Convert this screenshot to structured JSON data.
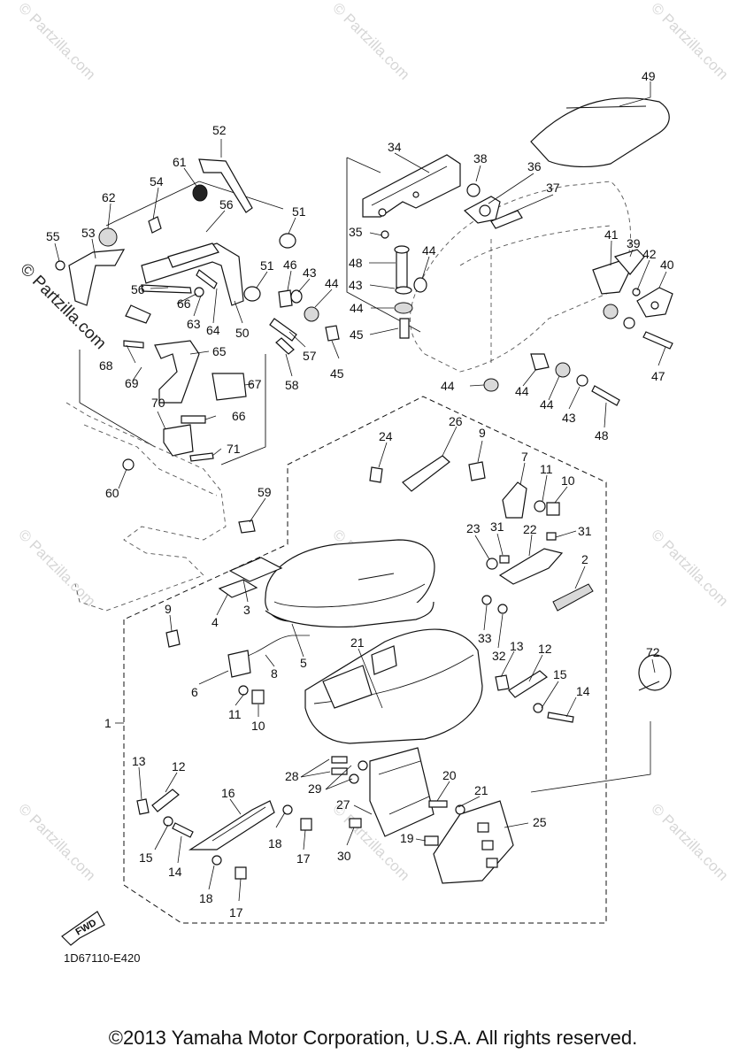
{
  "watermarks": {
    "light": "© Partzilla.com",
    "dark": "© Partzilla.com"
  },
  "diagram_code": "1D67110-E420",
  "fwd_label": "FWD",
  "copyright": "©2013 Yamaha Motor Corporation, U.S.A. All rights reserved.",
  "callouts": [
    "49",
    "52",
    "34",
    "38",
    "36",
    "37",
    "61",
    "54",
    "56",
    "62",
    "51",
    "55",
    "53",
    "35",
    "48",
    "44",
    "41",
    "39",
    "42",
    "40",
    "51",
    "46",
    "43",
    "44",
    "43",
    "56",
    "66",
    "63",
    "64",
    "50",
    "44",
    "57",
    "45",
    "44",
    "67",
    "65",
    "66",
    "68",
    "69",
    "58",
    "45",
    "44",
    "43",
    "47",
    "44",
    "48",
    "70",
    "71",
    "60",
    "26",
    "24",
    "9",
    "7",
    "11",
    "10",
    "59",
    "23",
    "31",
    "22",
    "31",
    "2",
    "4",
    "3",
    "33",
    "9",
    "5",
    "32",
    "21",
    "13",
    "12",
    "6",
    "8",
    "15",
    "14",
    "72",
    "11",
    "10",
    "1",
    "13",
    "12",
    "28",
    "29",
    "20",
    "21",
    "16",
    "27",
    "25",
    "19",
    "18",
    "17",
    "15",
    "14",
    "30",
    "18",
    "17"
  ]
}
